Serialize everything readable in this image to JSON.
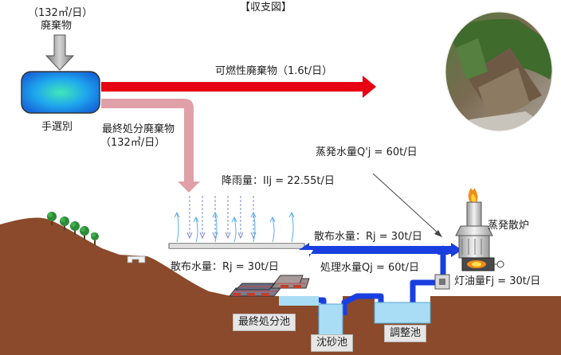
{
  "title": "【収支図】",
  "input": {
    "amount": "（132㎥/日）",
    "name": "廃棄物"
  },
  "sorting": {
    "label": "手選別"
  },
  "combustible": {
    "label": "可燃性廃棄物（1.6t/日）"
  },
  "final_waste": {
    "line1": "最終処分廃棄物",
    "line2": "（132㎥/日）"
  },
  "rain": {
    "label": "降雨量：Ilj = 22.55t/日"
  },
  "evaporation": {
    "label": "蒸発水量Q'j = 60t/日"
  },
  "incinerator": {
    "label": "蒸発散炉"
  },
  "spray_right": {
    "label": "散布水量：Rj = 30t/日"
  },
  "spray_left": {
    "label": "散布水量：Rj = 30t/日"
  },
  "treatment": {
    "label": "処理水量Qj = 60t/日"
  },
  "kerosene": {
    "label": "灯油量Fj = 30t/日"
  },
  "landfill": {
    "label": "最終処分池"
  },
  "sediment_pond": {
    "label": "沈砂池"
  },
  "adjustment_pond": {
    "label": "調整池"
  },
  "colors": {
    "red_arrow": "#e60012",
    "pink_arrow": "#e0a0a8",
    "blue_arrow": "#1a3fe0",
    "soil": "#8b4a2b",
    "pond_water": "#a9ddf5",
    "sorter_box": "#22aaf0"
  }
}
